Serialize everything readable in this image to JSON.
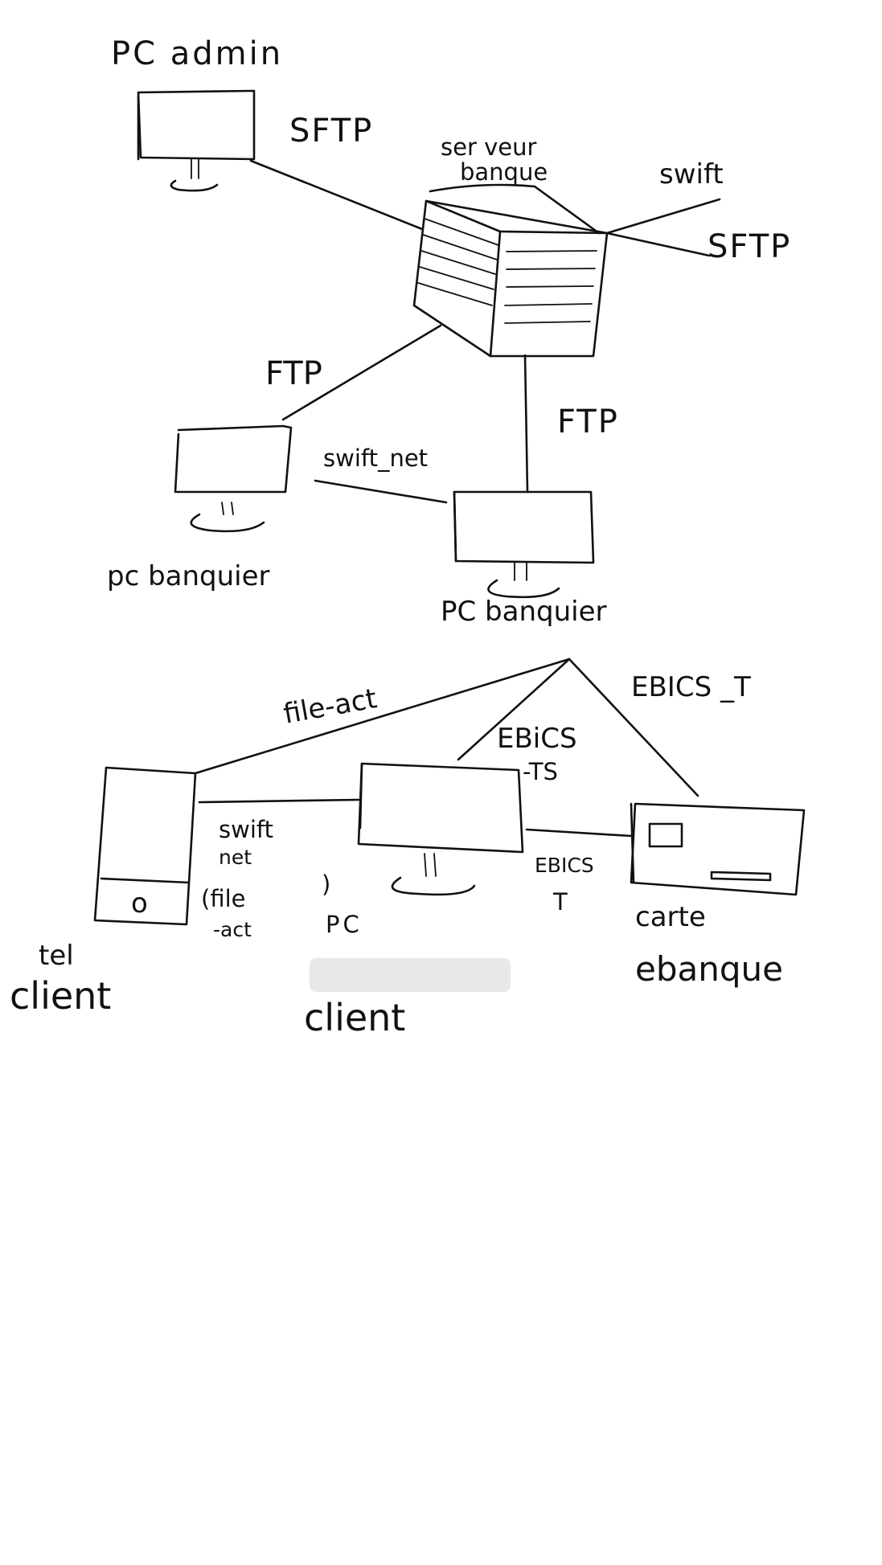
{
  "nodes": {
    "pc_admin": "PC admin",
    "serveur_banque": [
      "ser veur",
      "banque"
    ],
    "pc_banquier_left": "pc banquier",
    "pc_banquier_center": "PC banquier",
    "tel_client": [
      "tel",
      "client"
    ],
    "pc_client": [
      "PC",
      "client"
    ],
    "carte_ebanque": [
      "carte",
      "ebanque"
    ]
  },
  "links": {
    "admin_server": "SFTP",
    "server_swift": "swift",
    "server_sftp": "SFTP",
    "server_left_banquier": "FTP",
    "server_center_banquier": "FTP",
    "left_center_banquier": "swift_net",
    "banquier_tel": "file-act",
    "banquier_pc_client": [
      "EBiCS",
      "-TS"
    ],
    "banquier_carte": "EBICS _T",
    "tel_pc_client": [
      "swift",
      "net",
      "(file",
      ")",
      "-act"
    ],
    "pc_client_carte": [
      "EBICS",
      "T"
    ]
  },
  "phone": {
    "button": "o"
  }
}
